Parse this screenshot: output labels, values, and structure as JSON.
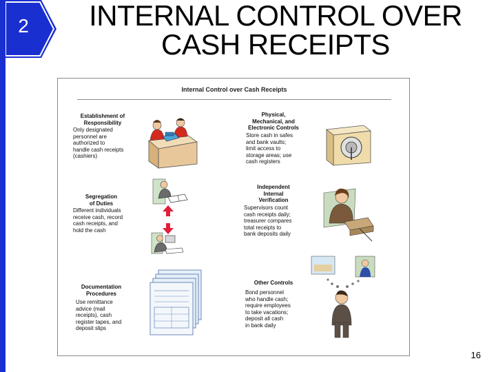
{
  "slide": {
    "study_objective_number": "2",
    "title_line1": "INTERNAL CONTROL OVER",
    "title_line2": "CASH RECEIPTS",
    "page_number": "16"
  },
  "figure": {
    "title": "Internal Control over Cash Receipts",
    "sections": {
      "responsibility": {
        "heading": [
          "Establishment of",
          "Responsibility"
        ],
        "body": [
          "Only designated",
          "personnel are",
          "authorized to",
          "handle cash receipts",
          "(cashiers)"
        ]
      },
      "physical": {
        "heading": [
          "Physical,",
          "Mechanical, and",
          "Electronic Controls"
        ],
        "body": [
          "Store cash in safes",
          "and bank vaults;",
          "limit access to",
          "storage areas; use",
          "cash registers"
        ]
      },
      "segregation": {
        "heading": [
          "Segregation",
          "of Duties"
        ],
        "body": [
          "Different individuals",
          "receive cash, record",
          "cash receipts, and",
          "hold the cash"
        ]
      },
      "verification": {
        "heading": [
          "Independent",
          "Internal",
          "Verification"
        ],
        "body": [
          "Supervisors count",
          "cash receipts daily;",
          "treasurer compares",
          "total receipts to",
          "bank deposits daily"
        ]
      },
      "documentation": {
        "heading": [
          "Documentation",
          "Procedures"
        ],
        "body": [
          "Use remittance",
          "advice (mail",
          "receipts), cash",
          "register tapes, and",
          "deposit slips"
        ]
      },
      "other": {
        "heading": [
          "Other Controls"
        ],
        "body": [
          "Bond personnel",
          "who handle cash;",
          "require employees",
          "to take vacations;",
          "deposit all cash",
          "in bank daily"
        ]
      }
    },
    "colors": {
      "accent_blue": "#1a2fd0",
      "desk": "#e8c79a",
      "shirt_red": "#d42a1e",
      "register_blue": "#4aa3d8"
    }
  }
}
